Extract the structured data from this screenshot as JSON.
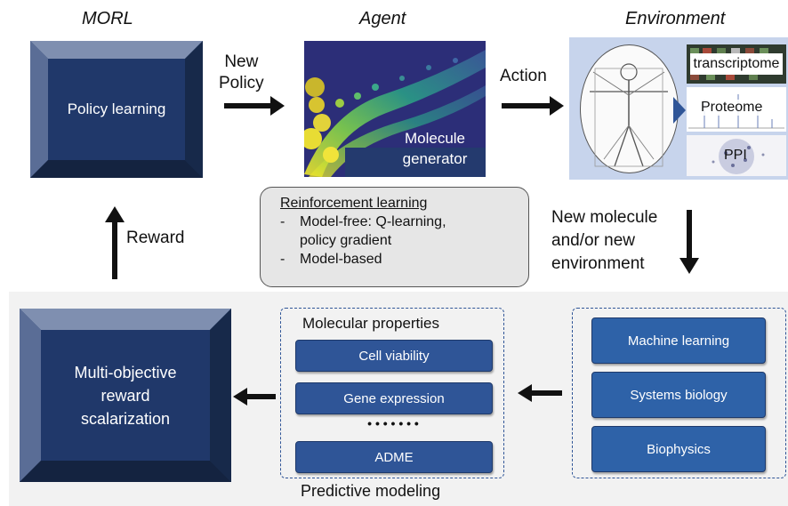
{
  "headers": {
    "morl": "MORL",
    "agent": "Agent",
    "environment": "Environment"
  },
  "policy_box": {
    "label": "Policy learning"
  },
  "new_policy": {
    "line1": "New",
    "line2": "Policy"
  },
  "agent_image": {
    "line1": "Molecule",
    "line2": "generator"
  },
  "action": "Action",
  "env_labels": {
    "transcriptome": "transcriptome",
    "proteome": "Proteome",
    "ppi": "PPI"
  },
  "reinforcement": {
    "title": "Reinforcement learning",
    "items": [
      {
        "dash": "-",
        "line1": "Model-free: Q-learning,",
        "line2": "policy gradient"
      },
      {
        "dash": "-",
        "line1": "Model-based",
        "line2": ""
      }
    ]
  },
  "new_molecule": {
    "line1": "New molecule",
    "line2": "and/or new",
    "line3": "environment"
  },
  "reward": "Reward",
  "reward_box": {
    "line1": "Multi-objective",
    "line2": "reward",
    "line3": "scalarization"
  },
  "properties": {
    "title": "Molecular properties",
    "items": [
      "Cell viability",
      "Gene expression",
      "ADME"
    ],
    "ellipsis": "• • • • • • •"
  },
  "methods": {
    "items": [
      "Machine learning",
      "Systems biology",
      "Biophysics"
    ]
  },
  "predictive_modeling": "Predictive modeling",
  "colors": {
    "box_dark": "#1f3864",
    "box_blue": "#2f5597",
    "panel_gray": "#f2f2f2",
    "env_panel": "#c7d4ec"
  }
}
